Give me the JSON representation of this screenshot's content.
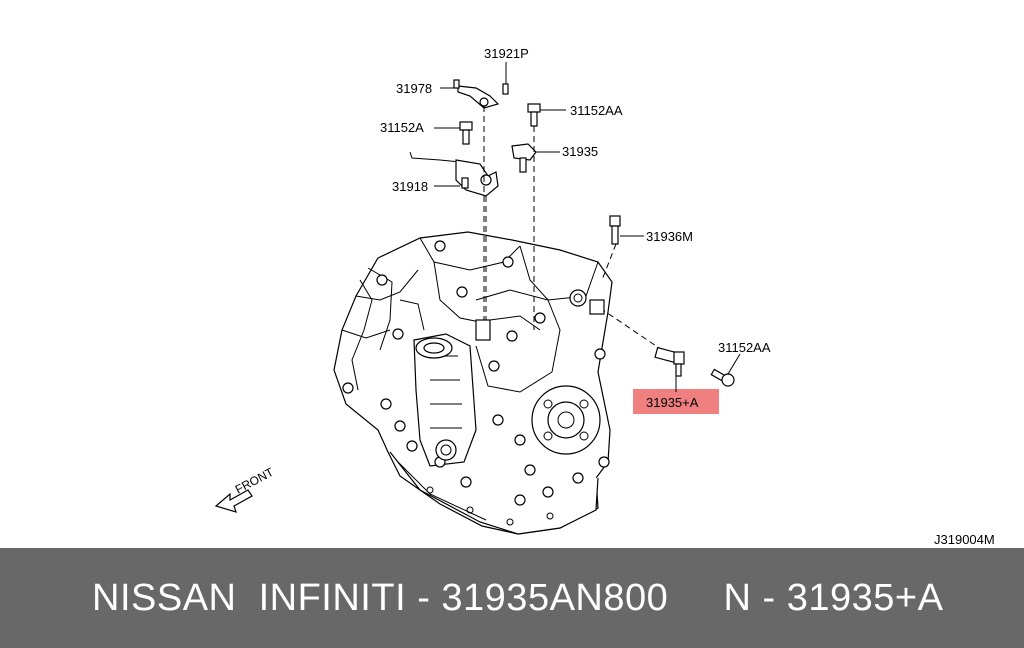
{
  "labels": {
    "l_31921P": "31921P",
    "l_31978": "31978",
    "l_31152AA_top": "31152AA",
    "l_31152A": "31152A",
    "l_31935": "31935",
    "l_31918": "31918",
    "l_31936M": "31936M",
    "l_31152AA_right": "31152AA",
    "l_31935A": "31935+A",
    "front": "FRONT"
  },
  "highlight_color": "#f08080",
  "diagram_code": "J319004M",
  "footer": {
    "text": "NISSAN  INFINITI - 31935AN800     N - 31935+A"
  }
}
